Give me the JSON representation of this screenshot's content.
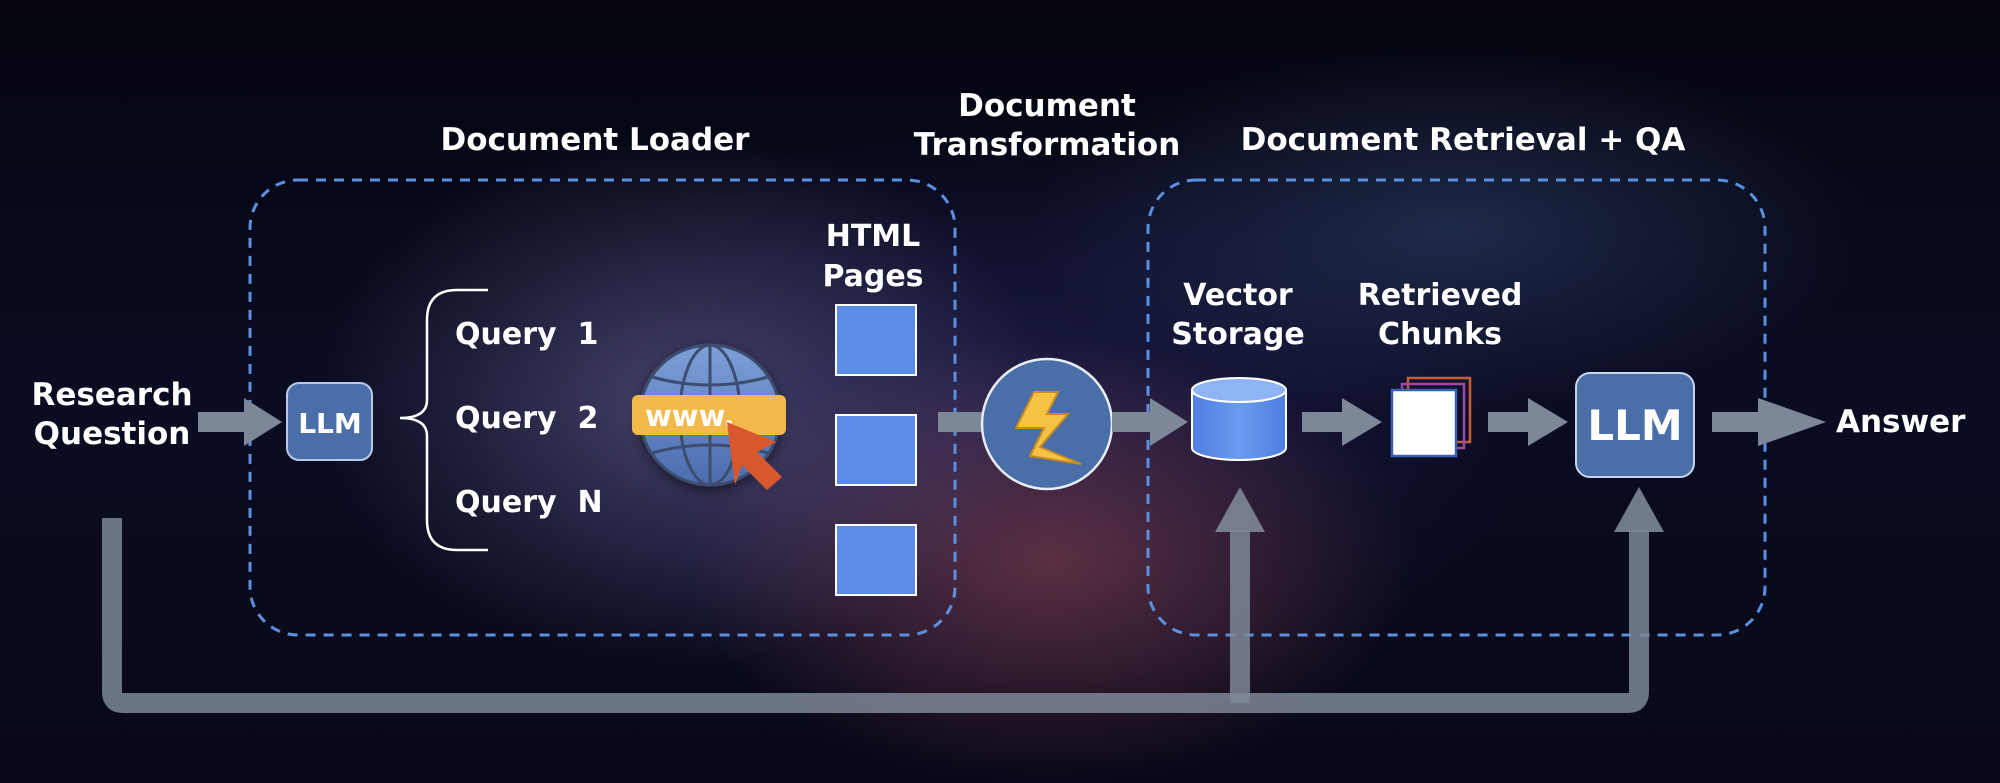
{
  "sections": {
    "document_loader": "Document Loader",
    "document_transformation_line1": "Document",
    "document_transformation_line2": "Transformation",
    "document_retrieval_qa": "Document Retrieval + QA"
  },
  "input": {
    "line1": "Research",
    "line2": "Question"
  },
  "llm_first": "LLM",
  "llm_second": "LLM",
  "queries": [
    "Query  1",
    "Query  2",
    "Query  N"
  ],
  "globe_badge": "www.",
  "html_pages": {
    "line1": "HTML",
    "line2": "Pages"
  },
  "vector_storage": {
    "line1": "Vector",
    "line2": "Storage"
  },
  "retrieved_chunks": {
    "line1": "Retrieved",
    "line2": "Chunks"
  },
  "output": "Answer",
  "colors": {
    "arrow": "#7d8798",
    "dashed_border": "#5b8fe0",
    "llm_box": "#4a6fa8",
    "page_square": "#5b8ce8",
    "cylinder": "#5b8ce8",
    "globe": "#5f86c6",
    "www_badge": "#f3b94a",
    "cursor": "#d9572c",
    "bolt": "#f5c243"
  },
  "icons": {
    "transform": "lightning-bolt-icon",
    "web": "globe-icon",
    "storage": "database-icon",
    "chunks": "document-stack-icon"
  }
}
